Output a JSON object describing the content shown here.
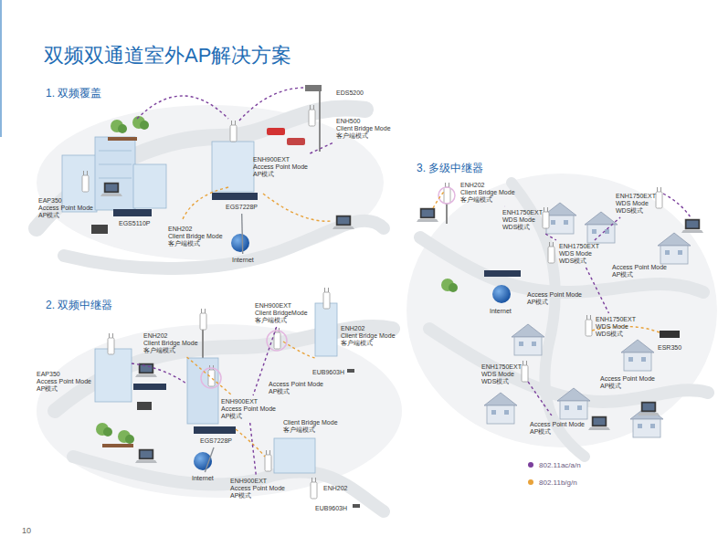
{
  "diagram": {
    "title": "双频双通道室外AP解决方案",
    "nodes": [
      {
        "text": [
          "EDS5200"
        ]
      },
      {
        "text": [
          "ENH500",
          "Client Bridge Mode",
          "客户端模式"
        ]
      },
      {
        "text": [
          "ENH900EXT",
          "Access Point Mode",
          "AP模式"
        ]
      },
      {
        "text": [
          "EAP350",
          "Access Point Mode",
          "AP模式"
        ]
      },
      {
        "text": [
          "EGS5110P"
        ]
      },
      {
        "text": [
          "EGS7228P"
        ]
      },
      {
        "text": [
          "ENH202",
          "Client Bridge Mode",
          "客户端模式"
        ]
      },
      {
        "text": [
          "Internet"
        ]
      },
      {
        "text": [
          "ENH202",
          "Client Bridge Mode",
          "客户端模式"
        ]
      },
      {
        "text": [
          "ENH900EXT",
          "Client BridgeMode",
          "客户端模式"
        ]
      },
      {
        "text": [
          "ENH202",
          "Client Bridge Mode",
          "客户端模式"
        ]
      },
      {
        "text": [
          "EAP350",
          "Access Point Mode",
          "AP模式"
        ]
      },
      {
        "text": [
          "Access Point Mode",
          "AP模式"
        ]
      },
      {
        "text": [
          "EUB9603H"
        ]
      },
      {
        "text": [
          "ENH900EXT",
          "Access Point Mode",
          "AP模式"
        ]
      },
      {
        "text": [
          "Client Bridge Mode",
          "客户端模式"
        ]
      },
      {
        "text": [
          "EGS7228P"
        ]
      },
      {
        "text": [
          "Internet"
        ]
      },
      {
        "text": [
          "ENH900EXT",
          "Access Point Mode",
          "AP模式"
        ]
      },
      {
        "text": [
          "ENH202"
        ]
      },
      {
        "text": [
          "EUB9603H"
        ]
      },
      {
        "text": [
          "ENH202",
          "Client Bridge Mode",
          "客户端模式"
        ]
      },
      {
        "text": [
          "ENH1750EXT",
          "WDS Mode",
          "WDS模式"
        ]
      },
      {
        "text": [
          "ENH1750EXT",
          "WDS Mode",
          "WDS模式"
        ]
      },
      {
        "text": [
          "ENH1750EXT",
          "WDS Mode",
          "WDS模式"
        ]
      },
      {
        "text": [
          "Access Point Mode",
          "AP模式"
        ]
      },
      {
        "text": [
          "Access Point Mode",
          "AP模式"
        ]
      },
      {
        "text": [
          "ENH1750EXT",
          "WDS Mode",
          "WDS模式"
        ]
      },
      {
        "text": [
          "ESR350"
        ]
      },
      {
        "text": [
          "Internet"
        ]
      },
      {
        "text": [
          "ENH1750EXT",
          "WDS Mode",
          "WDS模式"
        ]
      },
      {
        "text": [
          "Access Point Mode",
          "AP模式"
        ]
      },
      {
        "text": [
          "Access Point Mode",
          "AP模式"
        ]
      }
    ],
    "edges": [
      {
        "from": 2,
        "to": 1,
        "arrow": "none"
      },
      {
        "from": 5,
        "to": 7,
        "arrow": "none"
      },
      {
        "from": 9,
        "to": 14,
        "arrow": "none"
      },
      {
        "from": 8,
        "to": 14,
        "arrow": "none"
      },
      {
        "from": 14,
        "to": 18,
        "arrow": "none"
      },
      {
        "from": 16,
        "to": 17,
        "arrow": "none"
      },
      {
        "from": 21,
        "to": 22,
        "arrow": "none"
      },
      {
        "from": 22,
        "to": 24,
        "arrow": "none"
      },
      {
        "from": 24,
        "to": 23,
        "arrow": "none"
      },
      {
        "from": 24,
        "to": 27,
        "arrow": "none"
      }
    ],
    "labels": [
      "1. 双频覆盖",
      "2. 双频中继器",
      "3. 多级中继器",
      "10"
    ],
    "legend": [
      {
        "text": "802.11ac/a/n",
        "color": "#7b3f9c"
      },
      {
        "text": "802.11b/g/n",
        "color": "#e8a23a"
      }
    ]
  }
}
